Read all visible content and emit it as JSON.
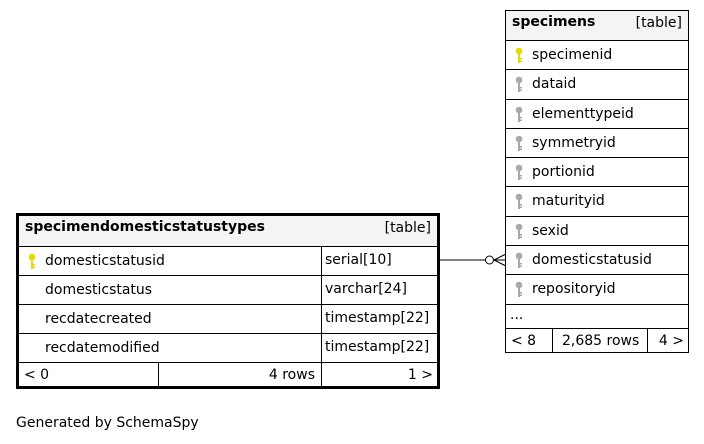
{
  "main_table": {
    "name": "specimendomesticstatustypes",
    "kind": "[table]",
    "columns": [
      {
        "name": "domesticstatusid",
        "type": "serial[10]",
        "key": "primary"
      },
      {
        "name": "domesticstatus",
        "type": "varchar[24]",
        "key": "none"
      },
      {
        "name": "recdatecreated",
        "type": "timestamp[22]",
        "key": "none"
      },
      {
        "name": "recdatemodified",
        "type": "timestamp[22]",
        "key": "none"
      }
    ],
    "footer": {
      "parents": "< 0",
      "rows": "4 rows",
      "children": "1 >"
    }
  },
  "related_table": {
    "name": "specimens",
    "kind": "[table]",
    "columns": [
      {
        "name": "specimenid",
        "key": "primary"
      },
      {
        "name": "dataid",
        "key": "foreign"
      },
      {
        "name": "elementtypeid",
        "key": "foreign"
      },
      {
        "name": "symmetryid",
        "key": "foreign"
      },
      {
        "name": "portionid",
        "key": "foreign"
      },
      {
        "name": "maturityid",
        "key": "foreign"
      },
      {
        "name": "sexid",
        "key": "foreign"
      },
      {
        "name": "domesticstatusid",
        "key": "foreign"
      },
      {
        "name": "repositoryid",
        "key": "foreign"
      }
    ],
    "ellipsis": "...",
    "footer": {
      "parents": "< 8",
      "rows": "2,685 rows",
      "children": "4 >"
    }
  },
  "colors": {
    "primary_key": "#e6d800",
    "foreign_key": "#a8a8a8",
    "header_bg": "#f4f4f4"
  },
  "generated_by": "Generated by SchemaSpy"
}
